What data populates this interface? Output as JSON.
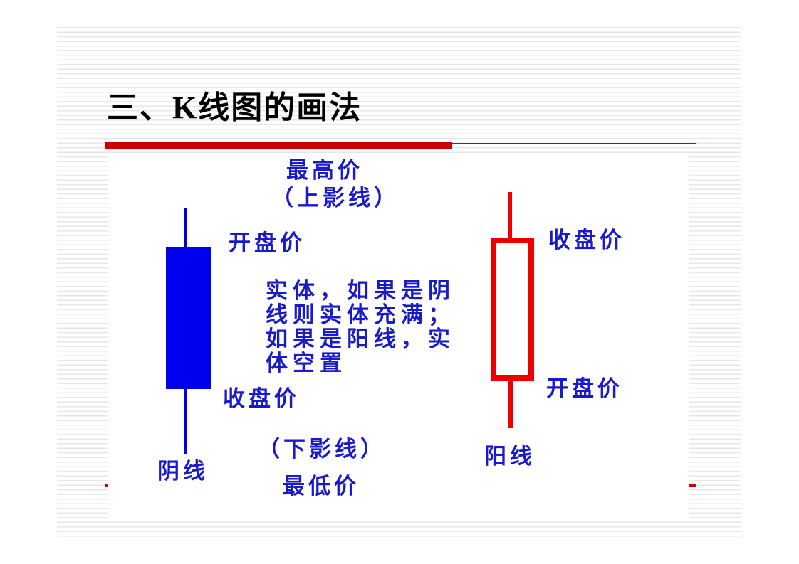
{
  "slide": {
    "title": "三、K线图的画法"
  },
  "diagram": {
    "highest_price": "最高价",
    "upper_shadow": "（上影线）",
    "lower_shadow": "（下影线）",
    "lowest_price": "最低价",
    "body_note": {
      "line1": "实体，如果是阴",
      "line2": "线则实体充满；",
      "line3": "如果是阳线，实",
      "line4": "体空置"
    },
    "yin_candle": {
      "label": "阴线",
      "open_label": "开盘价",
      "close_label": "收盘价",
      "type": "filled",
      "color": "#0000ee"
    },
    "yang_candle": {
      "label": "阳线",
      "open_label": "开盘价",
      "close_label": "收盘价",
      "type": "hollow",
      "color": "#ee0000"
    }
  },
  "colors": {
    "label_blue": "#1a1acd",
    "candle_blue": "#0000ee",
    "candle_red": "#ee0000",
    "rule_red": "#cc0000",
    "title_black": "#000000",
    "stripe_gray": "#e7e7e7"
  }
}
